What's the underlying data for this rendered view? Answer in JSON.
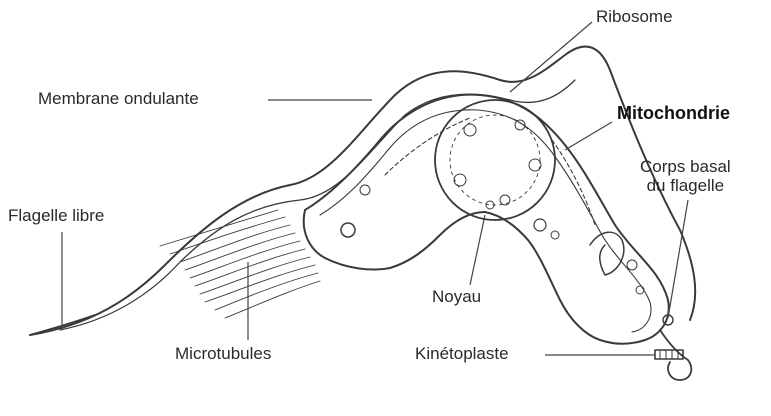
{
  "labels": {
    "ribosome": "Ribosome",
    "membrane": "Membrane ondulante",
    "mitochondrie": "Mitochondrie",
    "corps_basal_line1": "Corps basal",
    "corps_basal_line2": "du flagelle",
    "flagelle": "Flagelle libre",
    "noyau": "Noyau",
    "microtubules": "Microtubules",
    "kinetoplaste": "Kinétoplaste"
  },
  "colors": {
    "ink": "#2a2a2a",
    "leader": "#444444",
    "background": "#ffffff"
  }
}
